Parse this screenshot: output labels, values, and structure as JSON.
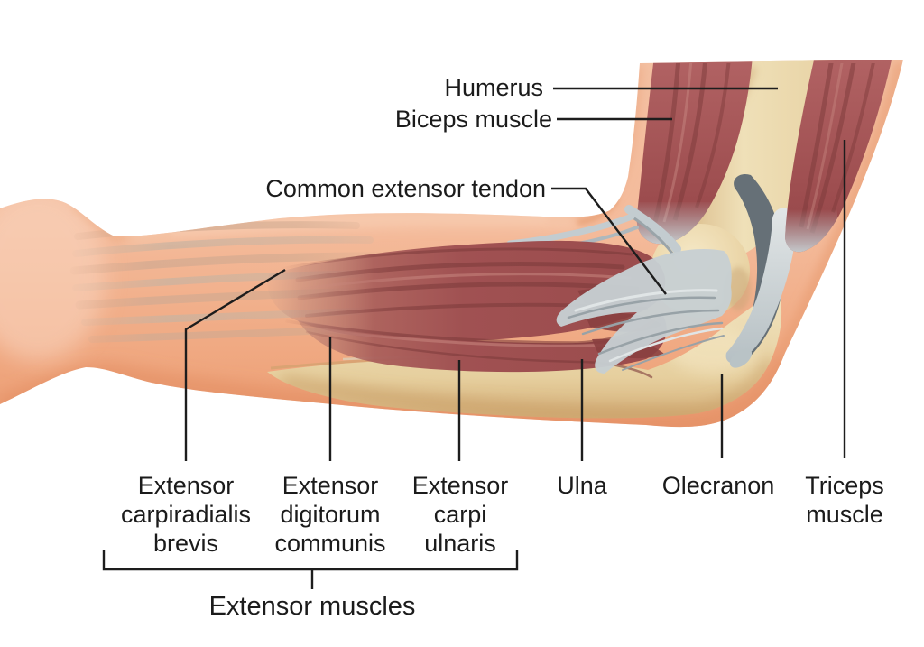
{
  "figure": {
    "description": "Medical vector illustration of the anatomy of the elbow joint and forearm extensor muscles, lateral view of a bent arm",
    "background": "#ffffff"
  },
  "labels": {
    "humerus": "Humerus",
    "biceps_muscle": "Biceps muscle",
    "common_extensor_tendon": "Common extensor tendon",
    "extensor_carpiradialis_brevis": {
      "line1": "Extensor",
      "line2": "carpiradialis",
      "line3": "brevis"
    },
    "extensor_digitorum_communis": {
      "line1": "Extensor",
      "line2": "digitorum",
      "line3": "communis"
    },
    "extensor_carpi_ulnaris": {
      "line1": "Extensor",
      "line2": "carpi",
      "line3": "ulnaris"
    },
    "ulna": "Ulna",
    "olecranon": "Olecranon",
    "triceps_muscle": {
      "line1": "Triceps",
      "line2": "muscle"
    },
    "extensor_muscles_group": "Extensor muscles"
  },
  "colors": {
    "skin": "#f4bb9b",
    "skin_shadow": "#e8946b",
    "skin_highlight": "#f9d8c2",
    "bone": "#e9d3a4",
    "bone_shadow": "#c79c66",
    "muscle": "#a05152",
    "muscle_dark": "#7c3a3a",
    "tendon_light": "#cdd4d6",
    "tendon_dark": "#98a2a7",
    "cartilage": "#667077",
    "leader_line": "#1d1d1d",
    "text": "#1b1b1b"
  }
}
